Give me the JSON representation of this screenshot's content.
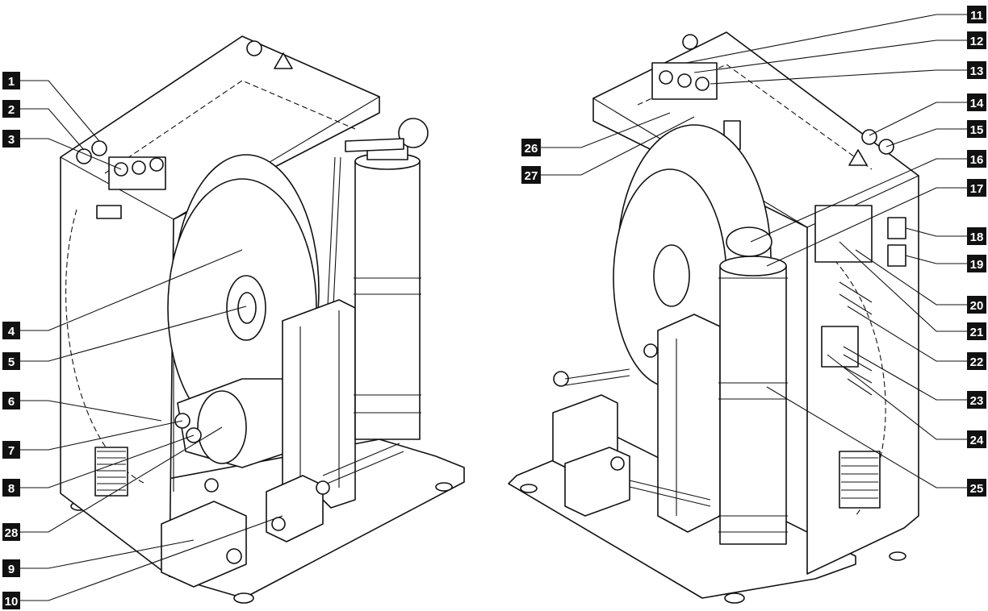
{
  "colors": {
    "line": "#111111",
    "badge": "#111111",
    "badge_text": "#ffffff",
    "background": "#ffffff"
  },
  "views": [
    {
      "name": "left-view"
    },
    {
      "name": "right-view"
    }
  ],
  "callouts": [
    {
      "label": "1"
    },
    {
      "label": "2"
    },
    {
      "label": "3"
    },
    {
      "label": "4"
    },
    {
      "label": "5"
    },
    {
      "label": "6"
    },
    {
      "label": "7"
    },
    {
      "label": "8"
    },
    {
      "label": "28"
    },
    {
      "label": "9"
    },
    {
      "label": "10"
    },
    {
      "label": "11"
    },
    {
      "label": "12"
    },
    {
      "label": "13"
    },
    {
      "label": "14"
    },
    {
      "label": "15"
    },
    {
      "label": "16"
    },
    {
      "label": "17"
    },
    {
      "label": "18"
    },
    {
      "label": "19"
    },
    {
      "label": "20"
    },
    {
      "label": "21"
    },
    {
      "label": "22"
    },
    {
      "label": "23"
    },
    {
      "label": "24"
    },
    {
      "label": "25"
    },
    {
      "label": "26"
    },
    {
      "label": "27"
    }
  ]
}
